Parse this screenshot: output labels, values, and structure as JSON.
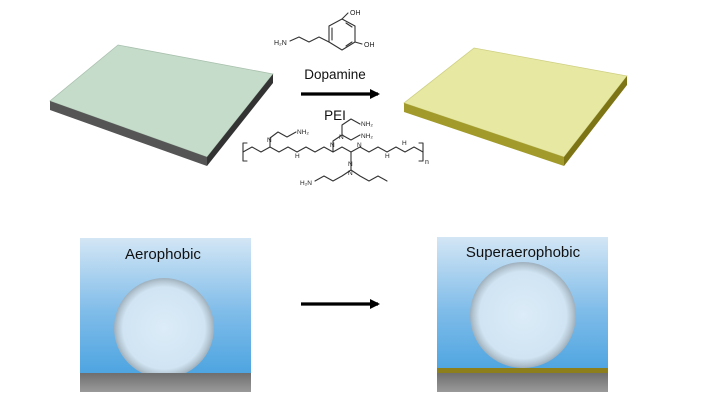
{
  "reaction": {
    "reagent_top": "Dopamine",
    "reagent_bottom": "PEI"
  },
  "dopamine_structure": {
    "oh_top": "OH",
    "oh_bottom": "OH",
    "amine": "H₂N"
  },
  "pei_structure": {
    "nh_labels": [
      "N",
      "H",
      "N",
      "N",
      "H",
      "N",
      "N",
      "H",
      "N"
    ],
    "nh2_labels": [
      "NH₂",
      "NH₂",
      "NH₂",
      "H₂N"
    ],
    "repeat_subscript": "n"
  },
  "panels": {
    "left_label": "Aerophobic",
    "right_label": "Superaerophobic"
  },
  "colors": {
    "plate_green": "#c6dcca",
    "plate_yellow": "#e7e9a3",
    "plate_edge_dark": "#4a4a4a",
    "plate_edge_gold": "#8c8420",
    "water_top": "#cfe3f3",
    "water_bottom": "#4fa6e0",
    "substrate": "#8a8a8a",
    "coating": "#8c7f1c"
  }
}
